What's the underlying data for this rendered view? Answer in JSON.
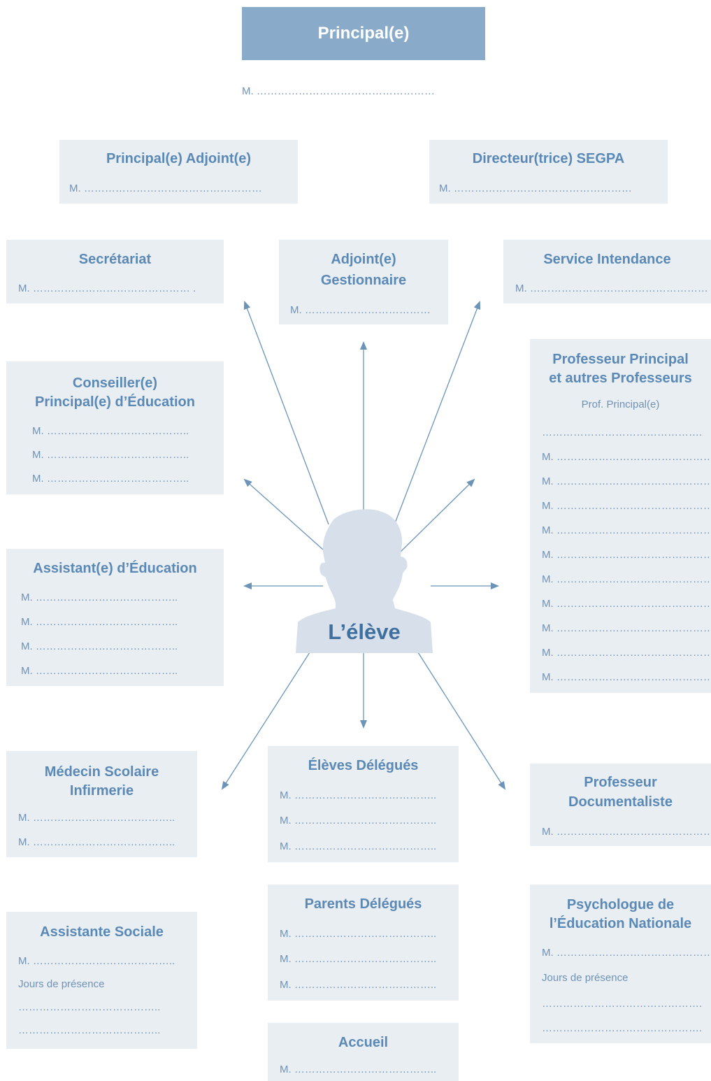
{
  "principal": {
    "title": "Principal(e)",
    "name": "M. ……………………………………………"
  },
  "center": {
    "label": "L’élève"
  },
  "colors": {
    "box_bg": "#e9eef3",
    "title": "#5b89b6",
    "text": "#7092b5",
    "header_bg": "#89abc9",
    "arrow": "#6b94b8",
    "silhouette": "#d7e0ea"
  },
  "boxes": [
    {
      "id": "principal-adjoint",
      "title": "Principal(e) Adjoint(e)",
      "lines": [
        "M. ……………………………………………"
      ]
    },
    {
      "id": "directeur-segpa",
      "title": "Directeur(trice) SEGPA",
      "lines": [
        "M. ……………………………………………"
      ]
    },
    {
      "id": "secretariat",
      "title": "Secrétariat",
      "lines": [
        "M. ……………………………………… ."
      ]
    },
    {
      "id": "adjoint-gestionnaire",
      "title": "Adjoint(e) Gestionnaire",
      "title_lines": [
        "Adjoint(e)",
        "Gestionnaire"
      ],
      "lines": [
        "M. ………………………………"
      ]
    },
    {
      "id": "service-intendance",
      "title": "Service Intendance",
      "lines": [
        "M. …………………………………………… ."
      ]
    },
    {
      "id": "cpe",
      "title_lines": [
        "Conseiller(e)",
        "Principal(e) d’Éducation"
      ],
      "lines": [
        "M. …………………………………..",
        "M. …………………………………..",
        "M. ………………………………….."
      ]
    },
    {
      "id": "assistant-education",
      "title_lines": [
        "Assistant(e) d’Éducation"
      ],
      "lines": [
        "M. …………………………………..",
        "M. …………………………………..",
        "M. …………………………………..",
        "M. ………………………………….."
      ]
    },
    {
      "id": "professeurs",
      "title_lines": [
        "Professeur Principal",
        "et autres Professeurs"
      ],
      "subtitle": "Prof. Principal(e)",
      "lines": [
        "……………………………………….",
        "M. ……………………………………….",
        "M. ……………………………………….",
        "M. ……………………………………….",
        "M. ……………………………………….",
        "M. ……………………………………….",
        "M. ……………………………………….",
        "M. ……………………………………….",
        "M. ……………………………………….",
        "M. ……………………………………….",
        "M. ………………………………………."
      ]
    },
    {
      "id": "medecin",
      "title_lines": [
        "Médecin Scolaire",
        "Infirmerie"
      ],
      "lines": [
        "M. …………………………………..",
        "M. ………………………………….."
      ]
    },
    {
      "id": "eleves-delegues",
      "title_lines": [
        "Élèves Délégués"
      ],
      "lines": [
        "M. …………………………………..",
        "M. …………………………………..",
        "M. ………………………………….."
      ]
    },
    {
      "id": "prof-documentaliste",
      "title_lines": [
        "Professeur",
        "Documentaliste"
      ],
      "lines": [
        "M. ……………………………………….."
      ]
    },
    {
      "id": "assistante-sociale",
      "title_lines": [
        "Assistante Sociale"
      ],
      "lines": [
        "M. …………………………………..",
        "Jours de présence",
        "…………………………………..",
        "………………………………….."
      ]
    },
    {
      "id": "parents-delegues",
      "title_lines": [
        "Parents Délégués"
      ],
      "lines": [
        "M. …………………………………..",
        "M. …………………………………..",
        "M. ………………………………….."
      ]
    },
    {
      "id": "psychologue",
      "title_lines": [
        "Psychologue de",
        "l’Éducation Nationale"
      ],
      "lines": [
        "M. ……………………………………….",
        "Jours de présence",
        "……………………………………….",
        "………………………………………."
      ]
    },
    {
      "id": "accueil",
      "title_lines": [
        "Accueil"
      ],
      "lines": [
        "M. ………………………………….."
      ]
    }
  ]
}
